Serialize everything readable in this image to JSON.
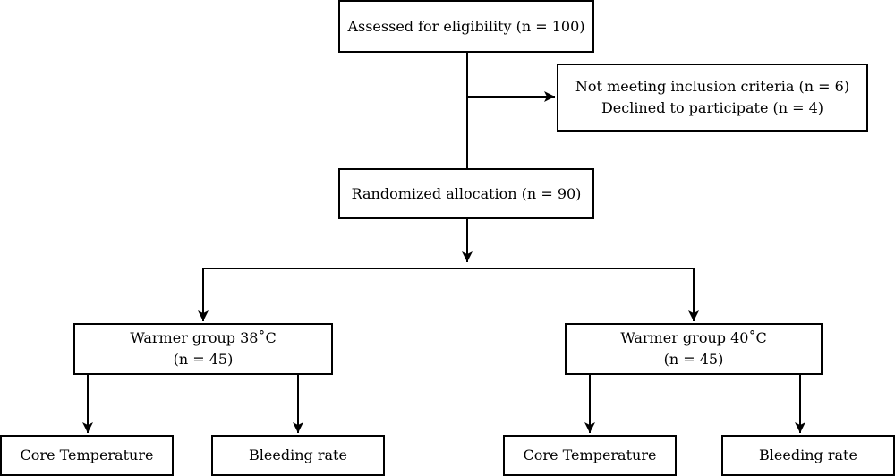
{
  "flowchart": {
    "assessed": {
      "text": "Assessed for eligibility (n = 100)"
    },
    "excluded": {
      "line1": "Not meeting inclusion criteria (n = 6)",
      "line2": "Declined to participate (n = 4)"
    },
    "randomized": {
      "text": "Randomized allocation (n = 90)"
    },
    "groups": [
      {
        "title": "Warmer group 38˚C",
        "count": "(n = 45)",
        "outcomes": [
          "Core Temperature",
          "Bleeding rate"
        ]
      },
      {
        "title": "Warmer group 40˚C",
        "count": "(n = 45)",
        "outcomes": [
          "Core Temperature",
          "Bleeding rate"
        ]
      }
    ]
  },
  "colors": {
    "stroke": "#000000",
    "background": "#ffffff"
  }
}
